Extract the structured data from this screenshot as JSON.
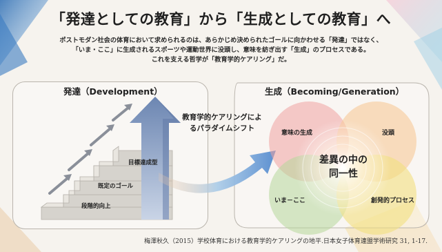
{
  "title": "「発達としての教育」から「生成としての教育」へ",
  "intro": {
    "line1": "ポストモダン社会の体育において求められるのは、あらかじめ決められたゴールに向かわせる「発達」ではなく、",
    "line2": "「いま・ここ」に生成されるスポーツや運動世界に没頭し、意味を紡ぎ出す「生成」のプロセスである。",
    "line3": "これを支える哲学が「教育学的ケアリング」だ。"
  },
  "development": {
    "title": "発達（Development）",
    "steps": [
      "段階的向上",
      "既定のゴール",
      "目標達成型"
    ]
  },
  "shift": {
    "line1": "教育学的ケアリングによ",
    "line2": "るパラダイムシフト"
  },
  "generation": {
    "title": "生成（Becoming/Generation）",
    "circles": [
      "意味の生成",
      "没頭",
      "いま－ここ",
      "創発的プロセス"
    ],
    "center_line1": "差異の中の",
    "center_line2": "同一性"
  },
  "citation": "梅澤秋久（2015）学校体育における教育学的ケアリングの地平.日本女子体育連盟学術研究 31, 1-17.",
  "colors": {
    "stairs": "#d8d5cf",
    "big_arrow": "#8fa4c4",
    "circle_red": "#f1a2a0",
    "circle_orange": "#f7c58e",
    "circle_green": "#b6d79a",
    "circle_yellow": "#f2e07f"
  }
}
